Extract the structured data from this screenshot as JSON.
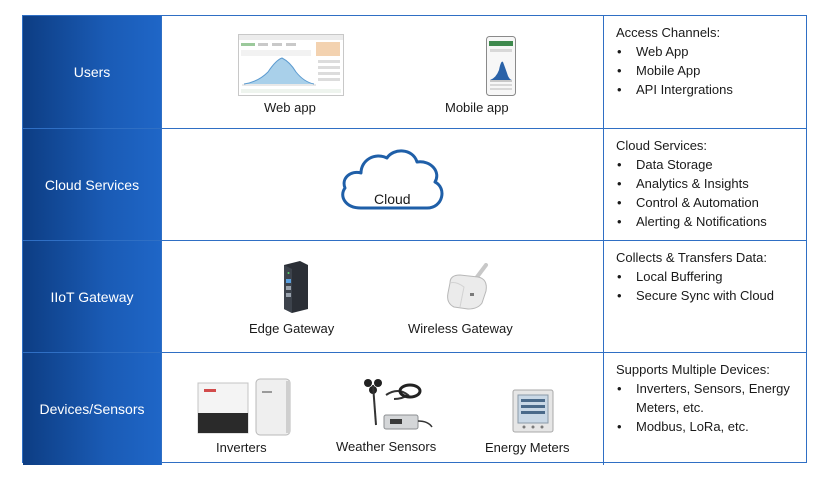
{
  "rows": [
    {
      "label": "Users",
      "items": [
        "Web app",
        "Mobile app"
      ],
      "heading": "Access Channels:",
      "bullets": [
        "Web App",
        "Mobile App",
        "API Intergrations"
      ]
    },
    {
      "label": "Cloud Services",
      "cloud_label": "Cloud",
      "heading": "Cloud Services:",
      "bullets": [
        "Data Storage",
        "Analytics & Insights",
        "Control & Automation",
        "Alerting & Notifications"
      ]
    },
    {
      "label": "IIoT Gateway",
      "items": [
        "Edge Gateway",
        "Wireless Gateway"
      ],
      "heading": "Collects & Transfers Data:",
      "bullets": [
        "Local Buffering",
        "Secure Sync with Cloud"
      ]
    },
    {
      "label": "Devices/Sensors",
      "items": [
        "Inverters",
        "Weather Sensors",
        "Energy Meters"
      ],
      "heading": "Supports Multiple Devices:",
      "bullets": [
        "Inverters, Sensors, Energy Meters, etc.",
        "Modbus, LoRa, etc."
      ]
    }
  ],
  "colors": {
    "accent": "#1f66c7",
    "border": "#2f6fc4",
    "cloud": "#1f5fa8"
  },
  "icons": [
    "web-app-screenshot",
    "mobile-app-screenshot",
    "cloud-icon",
    "edge-gateway-device",
    "wireless-gateway-device",
    "inverter-device",
    "weather-sensor-device",
    "energy-meter-device"
  ]
}
